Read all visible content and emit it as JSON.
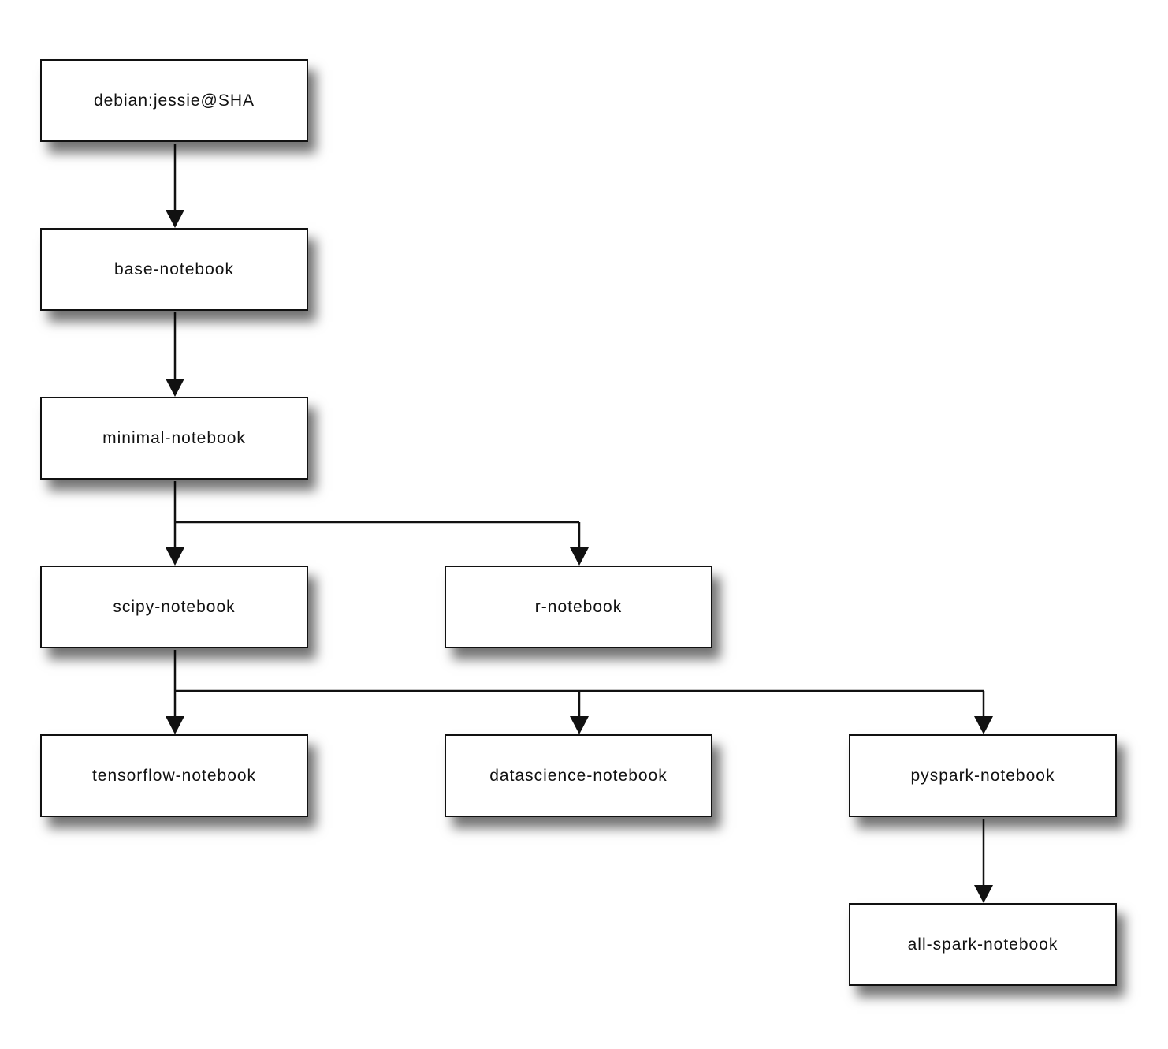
{
  "diagram": {
    "nodes": {
      "debian": "debian:jessie@SHA",
      "base": "base-notebook",
      "minimal": "minimal-notebook",
      "scipy": "scipy-notebook",
      "r": "r-notebook",
      "tensorflow": "tensorflow-notebook",
      "datascience": "datascience-notebook",
      "pyspark": "pyspark-notebook",
      "allspark": "all-spark-notebook"
    },
    "edges": [
      {
        "from": "debian:jessie@SHA",
        "to": "base-notebook"
      },
      {
        "from": "base-notebook",
        "to": "minimal-notebook"
      },
      {
        "from": "minimal-notebook",
        "to": "scipy-notebook"
      },
      {
        "from": "minimal-notebook",
        "to": "r-notebook"
      },
      {
        "from": "scipy-notebook",
        "to": "tensorflow-notebook"
      },
      {
        "from": "scipy-notebook",
        "to": "datascience-notebook"
      },
      {
        "from": "scipy-notebook",
        "to": "pyspark-notebook"
      },
      {
        "from": "pyspark-notebook",
        "to": "all-spark-notebook"
      }
    ],
    "colors": {
      "line": "#111111",
      "box_fill": "#ffffff",
      "background": "#ffffff"
    }
  }
}
